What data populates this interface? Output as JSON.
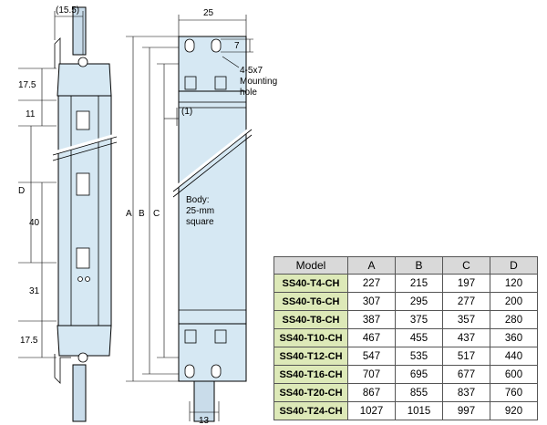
{
  "dims": {
    "top_offset": "(15.5)",
    "width": "25",
    "hole_pitch": "7",
    "hole_note": [
      "4-5x7",
      "Mounting",
      "hole"
    ],
    "gap": "(1)",
    "v1": "17.5",
    "v2": "11",
    "d": "D",
    "v3": "40",
    "v4": "31",
    "v5": "17.5",
    "a": "A",
    "b": "B",
    "c": "C",
    "body_note": [
      "Body:",
      "25-mm",
      "square"
    ],
    "bottom_width": "13"
  },
  "table": {
    "headers": [
      "Model",
      "A",
      "B",
      "C",
      "D"
    ],
    "rows": [
      [
        "SS40-T4-CH",
        "227",
        "215",
        "197",
        "120"
      ],
      [
        "SS40-T6-CH",
        "307",
        "295",
        "277",
        "200"
      ],
      [
        "SS40-T8-CH",
        "387",
        "375",
        "357",
        "280"
      ],
      [
        "SS40-T10-CH",
        "467",
        "455",
        "437",
        "360"
      ],
      [
        "SS40-T12-CH",
        "547",
        "535",
        "517",
        "440"
      ],
      [
        "SS40-T16-CH",
        "707",
        "695",
        "677",
        "600"
      ],
      [
        "SS40-T20-CH",
        "867",
        "855",
        "837",
        "760"
      ],
      [
        "SS40-T24-CH",
        "1027",
        "1015",
        "997",
        "920"
      ]
    ]
  }
}
